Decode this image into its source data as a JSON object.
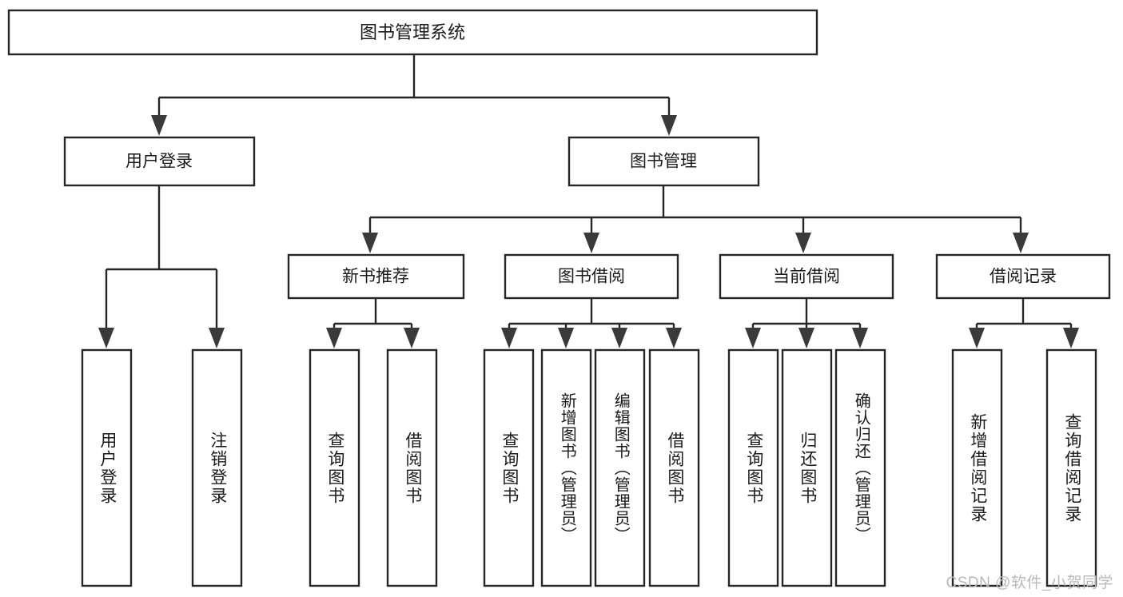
{
  "diagram": {
    "title": "图书管理系统",
    "type": "tree",
    "root": {
      "id": "root",
      "label": "图书管理系统"
    },
    "level2": [
      {
        "id": "user-login",
        "label": "用户登录"
      },
      {
        "id": "book-manage",
        "label": "图书管理"
      }
    ],
    "level3": [
      {
        "id": "new-book-recommend",
        "label": "新书推荐"
      },
      {
        "id": "book-borrow",
        "label": "图书借阅"
      },
      {
        "id": "current-borrow",
        "label": "当前借阅"
      },
      {
        "id": "borrow-record",
        "label": "借阅记录"
      }
    ],
    "leaves": {
      "user_login": [
        {
          "id": "leaf-user-login",
          "label": "用户登录"
        },
        {
          "id": "leaf-logout-login",
          "label": "注销登录"
        }
      ],
      "new_book_recommend": [
        {
          "id": "leaf-query-book-1",
          "label": "查询图书"
        },
        {
          "id": "leaf-borrow-book-1",
          "label": "借阅图书"
        }
      ],
      "book_borrow": [
        {
          "id": "leaf-query-book-2",
          "label": "查询图书"
        },
        {
          "id": "leaf-add-book",
          "label": "新增图书（管理员）"
        },
        {
          "id": "leaf-edit-book",
          "label": "编辑图书（管理员）"
        },
        {
          "id": "leaf-borrow-book-2",
          "label": "借阅图书"
        }
      ],
      "current_borrow": [
        {
          "id": "leaf-query-book-3",
          "label": "查询图书"
        },
        {
          "id": "leaf-return-book",
          "label": "归还图书"
        },
        {
          "id": "leaf-confirm-return",
          "label": "确认归还（管理员）"
        }
      ],
      "borrow_record": [
        {
          "id": "leaf-add-record",
          "label": "新增借阅记录"
        },
        {
          "id": "leaf-query-record",
          "label": "查询借阅记录"
        }
      ]
    }
  },
  "watermark": {
    "text": "CSDN @软件_小贺同学"
  },
  "colors": {
    "stroke": "#262626",
    "fill": "#ffffff",
    "text": "#1a1a1a",
    "watermark": "#b9b9b9"
  }
}
